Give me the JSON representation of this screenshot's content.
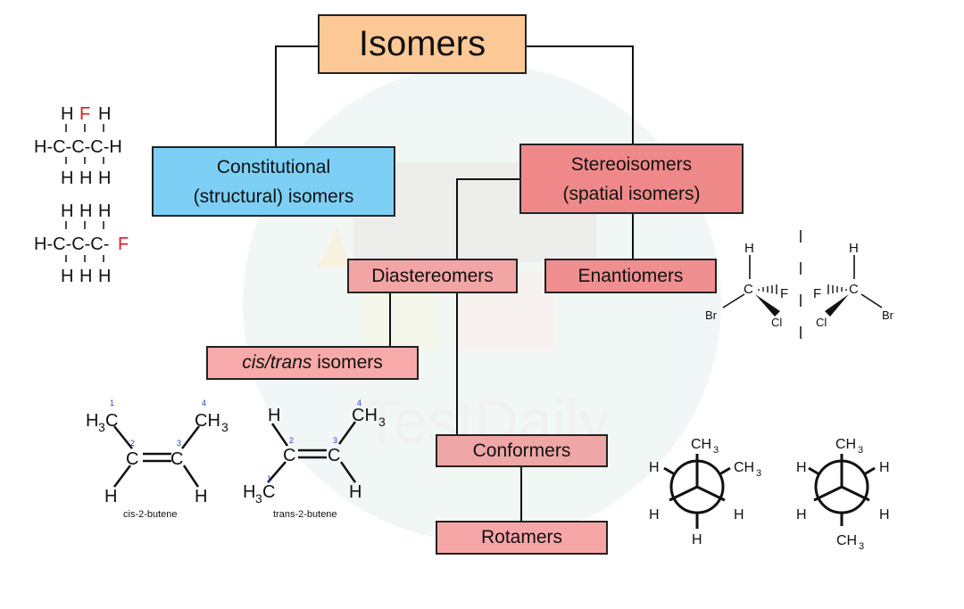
{
  "title": "Isomers",
  "nodes": {
    "constitutional": {
      "line1": "Constitutional",
      "line2": "(structural) isomers"
    },
    "stereoisomers": {
      "line1": "Stereoisomers",
      "line2": "(spatial isomers)"
    },
    "diastereomers": "Diastereomers",
    "enantiomers": "Enantiomers",
    "cistrans": {
      "italic": "cis/trans",
      "rest": " isomers"
    },
    "conformers": "Conformers",
    "rotamers": "Rotamers"
  },
  "watermark": "TestDaily",
  "fluoropropane": {
    "top_a": [
      "H",
      "F",
      "H"
    ],
    "chain": "H-C-C-C-H",
    "bottom_a": [
      "H",
      "H",
      "H"
    ],
    "top_b": [
      "H",
      "H",
      "H"
    ],
    "chain_b": "H-C-C-C-",
    "chain_b_end": "F",
    "bottom_b": [
      "H",
      "H",
      "H"
    ]
  },
  "cis_butene": {
    "label": "cis-2-butene",
    "h3": "H",
    "h3_sub": "3",
    "c": "C",
    "ch3": "CH",
    "ch3_sub": "3",
    "h": "H",
    "numbers": [
      "1",
      "2",
      "3",
      "4"
    ]
  },
  "trans_butene": {
    "label": "trans-2-butene",
    "h": "H",
    "c": "C",
    "ch3": "CH",
    "ch3_sub": "3",
    "h3": "H",
    "h3_sub": "3",
    "numbers": [
      "1",
      "2",
      "3",
      "4"
    ]
  },
  "enantiomer_pair": {
    "left": {
      "h": "H",
      "c": "C",
      "f": "F",
      "br": "Br",
      "cl": "Cl"
    },
    "right": {
      "h": "H",
      "c": "C",
      "f": "F",
      "br": "Br",
      "cl": "Cl"
    }
  },
  "newman": {
    "eclipsed": {
      "top": "CH",
      "top_sub": "3",
      "h": "H",
      "ch3": "CH",
      "ch3_sub": "3"
    },
    "staggered": {
      "top": "CH",
      "top_sub": "3",
      "h": "H",
      "bottom": "CH",
      "bottom_sub": "3"
    }
  },
  "colors": {
    "isomers": "#fcc996",
    "constitutional": "#7dcff5",
    "stereoisomers": "#ef8989",
    "subtype": "#f3a4a4",
    "fluorine": "#e0191f",
    "carbon_number": "#2a3fd1"
  }
}
